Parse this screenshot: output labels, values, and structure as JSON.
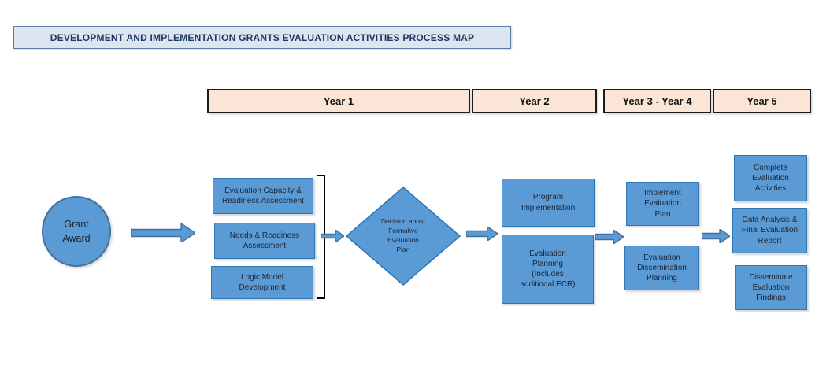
{
  "title": {
    "text": "DEVELOPMENT AND IMPLEMENTATION GRANTS EVALUATION ACTIVITIES PROCESS MAP"
  },
  "timeline": {
    "year1": "Year 1",
    "year2": "Year 2",
    "year3_4": "Year 3 - Year 4",
    "year5": "Year 5"
  },
  "nodes": {
    "grant_award": {
      "label": "Grant\nAward"
    },
    "evaluation_capacity": {
      "label": "Evaluation Capacity &\nReadiness Assessment"
    },
    "needs_readiness": {
      "label": "Needs & Readiness\nAssessment"
    },
    "logic_model": {
      "label": "Logic Model\nDevelopment"
    },
    "decision": {
      "label": "Decision about\nFormative\nEvaluation\nPlan"
    },
    "program_implementation": {
      "label": "Program\nImplementation"
    },
    "evaluation_planning": {
      "label": "Evaluation\nPlanning\n(Includes\nadditional ECR)"
    },
    "implement_plan": {
      "label": "Implement\nEvaluation\nPlan"
    },
    "dissemination_planning": {
      "label": "Evaluation\nDissemination\nPlanning"
    },
    "complete_activities": {
      "label": "Complete\nEvaluation\nActivities"
    },
    "data_analysis": {
      "label": "Data Analysis &\nFinal Evaluation\nReport"
    },
    "disseminate_findings": {
      "label": "Disseminate\nEvaluation\nFindings"
    }
  },
  "colors": {
    "node_fill": "#5b9bd5",
    "node_border": "#2e75b6",
    "arrow_fill": "#5b9bd5",
    "arrow_border": "#41719c",
    "timeline_fill": "#fbe5d6",
    "timeline_border": "#1c1c1c",
    "title_fill": "#dce6f1",
    "title_border": "#5a7ca6",
    "title_text": "#1f3864",
    "bracket": "#000000"
  }
}
